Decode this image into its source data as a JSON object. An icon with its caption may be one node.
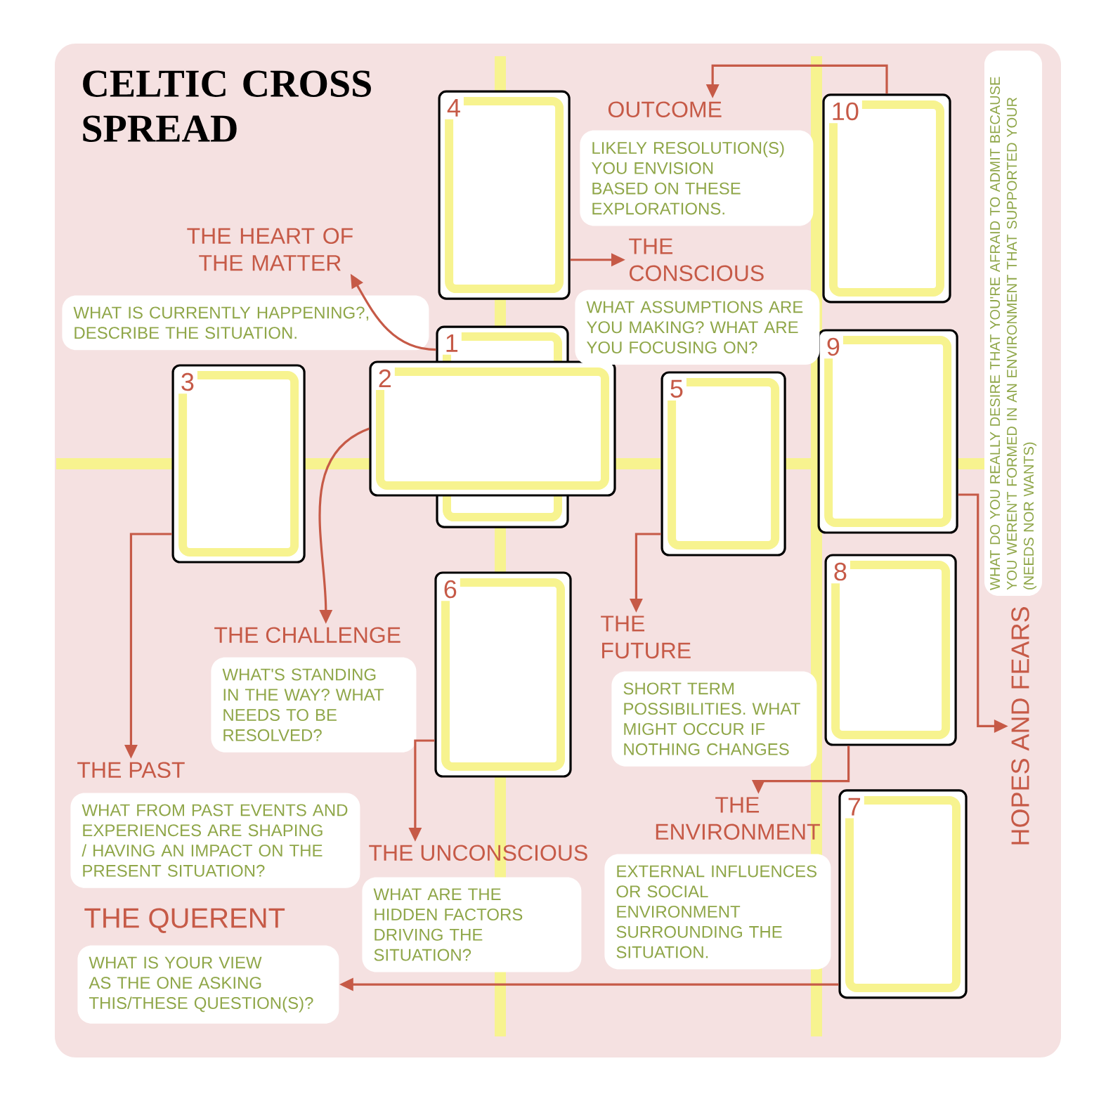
{
  "diagram": {
    "title": "CELTIC CROSS SPREAD",
    "nodes": [
      {
        "text": [
          "1"
        ]
      },
      {
        "text": [
          "2"
        ]
      },
      {
        "text": [
          "3"
        ]
      },
      {
        "text": [
          "4"
        ]
      },
      {
        "text": [
          "5"
        ]
      },
      {
        "text": [
          "6"
        ]
      },
      {
        "text": [
          "7"
        ]
      },
      {
        "text": [
          "8"
        ]
      },
      {
        "text": [
          "9"
        ]
      },
      {
        "text": [
          "10"
        ]
      },
      {
        "text": [
          "THE HEART OF THE MATTER",
          "WHAT IS CURRENTLY HAPPENING?, DESCRIBE THE SITUATION."
        ]
      },
      {
        "text": [
          "THE CHALLENGE",
          "WHAT'S STANDING IN THE WAY? WHAT NEEDS TO BE RESOLVED?"
        ]
      },
      {
        "text": [
          "THE PAST",
          "WHAT FROM PAST EVENTS AND EXPERIENCES ARE SHAPING / HAVING AN IMPACT ON THE PRESENT SITUATION?"
        ]
      },
      {
        "text": [
          "THE CONSCIOUS",
          "WHAT ASSUMPTIONS ARE YOU MAKING? WHAT ARE YOU FOCUSING ON?"
        ]
      },
      {
        "text": [
          "THE FUTURE",
          "SHORT TERM POSSIBILITIES. WHAT MIGHT OCCUR IF NOTHING CHANGES"
        ]
      },
      {
        "text": [
          "THE UNCONSCIOUS",
          "WHAT ARE THE HIDDEN FACTORS DRIVING THE SITUATION?"
        ]
      },
      {
        "text": [
          "THE QUERENT",
          "WHAT IS YOUR VIEW AS THE ONE ASKING THIS/THESE QUESTION(S)?"
        ]
      },
      {
        "text": [
          "THE ENVIRONMENT",
          "EXTERNAL INFLUENCES OR SOCIAL ENVIRONMENT SURROUNDING THE SITUATION."
        ]
      },
      {
        "text": [
          "HOPES AND FEARS",
          "WHAT DO YOU REALLY DESIRE THAT YOU'RE AFRAID TO ADMIT BECAUSE YOU WEREN'T FORMED IN AN ENVIRONMENT THAT SUPPORTED YOUR (NEEDS NOR WANTS)"
        ]
      },
      {
        "text": [
          "OUTCOME",
          "LIKELY RESOLUTION(S) YOU ENVISION BASED ON THESE EXPLORATIONS."
        ]
      }
    ],
    "edges": [
      {
        "from": 0,
        "to": 10,
        "arrow": "to"
      },
      {
        "from": 1,
        "to": 11,
        "arrow": "to"
      },
      {
        "from": 2,
        "to": 12,
        "arrow": "to"
      },
      {
        "from": 3,
        "to": 13,
        "arrow": "to"
      },
      {
        "from": 4,
        "to": 14,
        "arrow": "to"
      },
      {
        "from": 5,
        "to": 15,
        "arrow": "to"
      },
      {
        "from": 6,
        "to": 16,
        "arrow": "to"
      },
      {
        "from": 7,
        "to": 17,
        "arrow": "to"
      },
      {
        "from": 8,
        "to": 18,
        "arrow": "to"
      },
      {
        "from": 9,
        "to": 19,
        "arrow": "to"
      }
    ]
  }
}
